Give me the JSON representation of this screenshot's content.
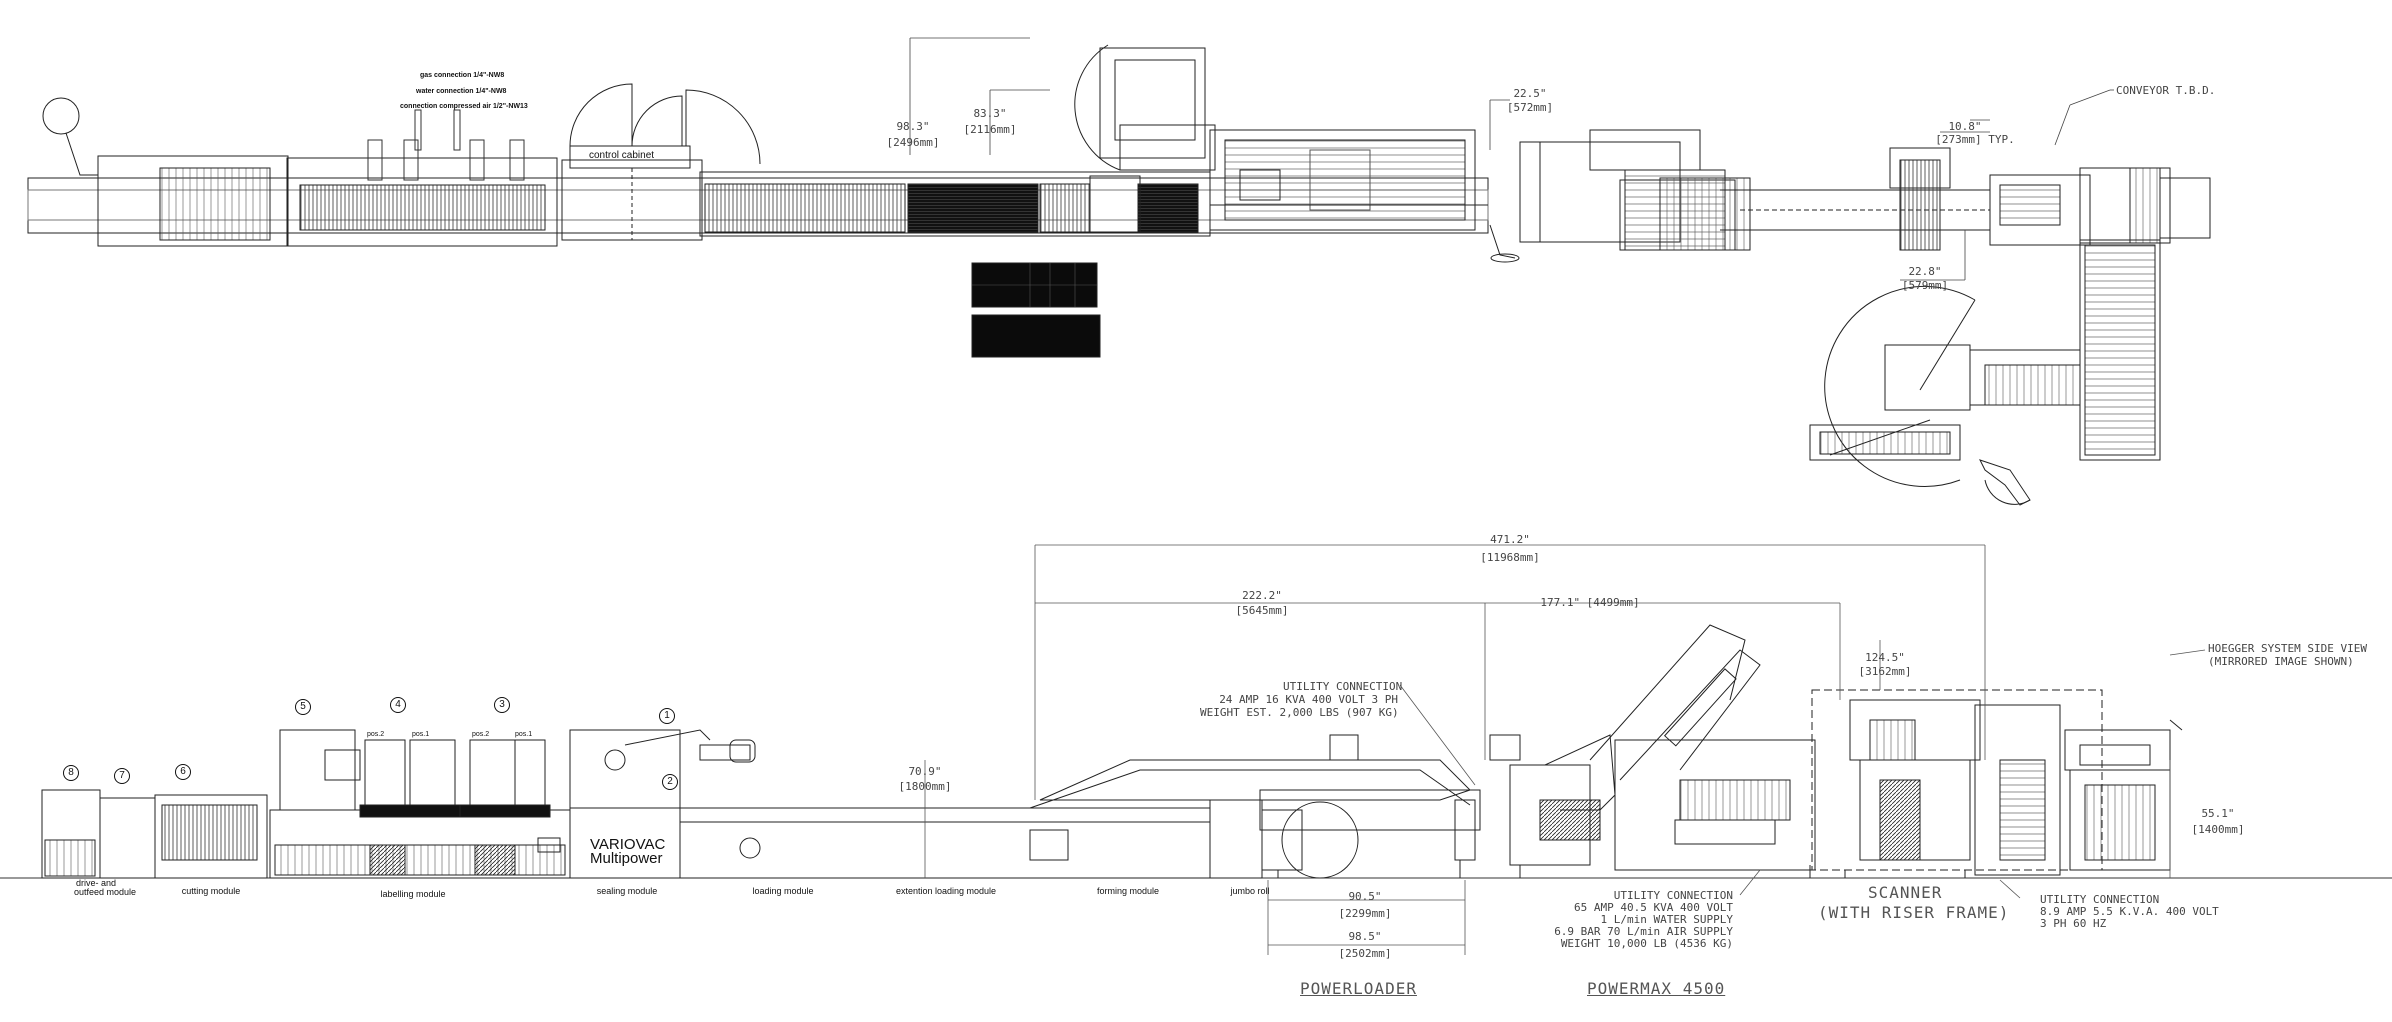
{
  "top_view": {
    "connections": {
      "gas": "gas connection  1/4\"-NW8",
      "water": "water connection  1/4\"-NW8",
      "air": "connection compressed air  1/2\"-NW13"
    },
    "control_cabinet": "control cabinet",
    "dims": {
      "d98": "98.3\"",
      "d98mm": "[2496mm]",
      "d83": "83.3\"",
      "d83mm": "[2116mm]",
      "d22_5": "22.5\"",
      "d22_5mm": "[572mm]",
      "d10_8": "10.8\"",
      "d10_8mm": "[273mm]  TYP.",
      "d22_8": "22.8\"",
      "d22_8mm": "[579mm]"
    },
    "conveyor": "CONVEYOR T.B.D."
  },
  "side_view": {
    "dims": {
      "d471": "471.2\"",
      "d471mm": "[11968mm]",
      "d222": "222.2\"",
      "d222mm": "[5645mm]",
      "d177": "177.1\"  [4499mm]",
      "d124": "124.5\"",
      "d124mm": "[3162mm]",
      "d70": "70.9\"",
      "d70mm": "[1800mm]",
      "d55": "55.1\"",
      "d55mm": "[1400mm]",
      "d90": "90.5\"",
      "d90mm": "[2299mm]",
      "d98b": "98.5\"",
      "d98bmm": "[2502mm]"
    },
    "utility1": [
      "UTILITY CONNECTION",
      "24 AMP 16 KVA 400 VOLT 3 PH",
      "WEIGHT EST. 2,000 LBS (907 KG)"
    ],
    "utility2": [
      "UTILITY CONNECTION",
      "65 AMP 40.5 KVA 400 VOLT",
      "1 L/min WATER SUPPLY",
      "6.9 BAR 70 L/min AIR SUPPLY",
      "WEIGHT  10,000 LB (4536 KG)"
    ],
    "utility3": [
      "UTILITY CONNECTION",
      "8.9 AMP 5.5 K.V.A. 400 VOLT",
      "3 PH 60 HZ"
    ],
    "hoegger": [
      "HOEGGER SYSTEM SIDE VIEW",
      "(MIRRORED IMAGE SHOWN)"
    ],
    "brand": [
      "VARIOVAC",
      "Multipower"
    ],
    "modules": {
      "drive1": "drive- and",
      "drive2": "outfeed module",
      "cutting": "cutting module",
      "labelling": "labelling module",
      "sealing": "sealing module",
      "loading": "loading module",
      "extention": "extention loading module",
      "forming": "forming module",
      "jumbo": "jumbo roll"
    },
    "pos": [
      "pos.2",
      "pos.1",
      "pos.2",
      "pos.1"
    ],
    "circles": [
      "8",
      "7",
      "6",
      "5",
      "4",
      "3",
      "1",
      "2"
    ],
    "titles": {
      "powerloader": "POWERLOADER",
      "powermax": "POWERMAX 4500",
      "scanner1": "SCANNER",
      "scanner2": "(WITH RISER FRAME)"
    }
  }
}
